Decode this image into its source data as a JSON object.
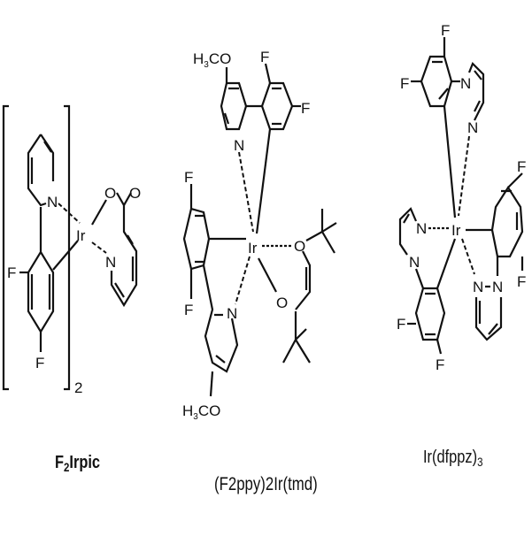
{
  "figure": {
    "title": "Iridium complex structures",
    "background": "#ffffff",
    "ink_color": "#111111"
  },
  "compounds": [
    {
      "id": "f2irpic",
      "label_main": "F",
      "label_sub": "2",
      "label_rest": "Irpic",
      "metal": "Ir",
      "bracket_multiplier": "2",
      "atoms": {
        "n_pyridine": "N",
        "o_carboxylate": "O",
        "o_carbonyl": "O",
        "n_picolinate": "N",
        "f_top": "F",
        "f_bottom": "F"
      }
    },
    {
      "id": "f2ppy2ir-tmd",
      "label": "(F2ppy)2Ir(tmd)",
      "metal": "Ir",
      "atoms": {
        "methoxy_top": "H3CO",
        "methoxy_top_h": "H",
        "methoxy_top_sub": "3",
        "methoxy_top_rest": "CO",
        "methoxy_bottom_h": "H",
        "methoxy_bottom_sub": "3",
        "methoxy_bottom_rest": "CO",
        "f1": "F",
        "f2": "F",
        "f3": "F",
        "f4": "F",
        "n_top": "N",
        "n_bottom": "N",
        "o_top": "O",
        "o_bottom": "O"
      }
    },
    {
      "id": "ir-dfppz3",
      "label_main": "Ir(dfppz)",
      "label_sub": "3",
      "metal": "Ir",
      "atoms": {
        "f1": "F",
        "f2": "F",
        "f3": "F",
        "f4": "F",
        "f5": "F",
        "f6": "F",
        "n1": "N",
        "n2": "N",
        "n3": "N",
        "n4": "N",
        "n5": "N",
        "n6": "N"
      }
    }
  ]
}
